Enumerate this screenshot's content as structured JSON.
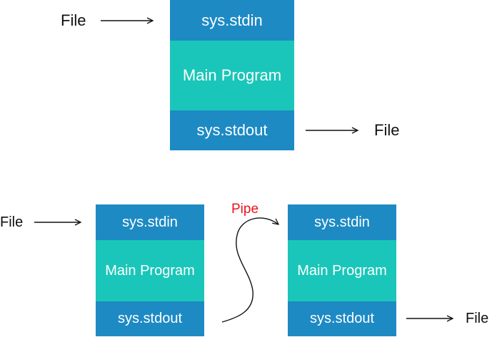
{
  "labels": {
    "file": "File",
    "pipe": "Pipe"
  },
  "program": {
    "stdin": "sys.stdin",
    "main": "Main Program",
    "stdout": "sys.stdout"
  },
  "colors": {
    "io_block": "#1d8ac4",
    "main_block": "#1ac6b9",
    "pipe_label": "#e8131b",
    "arrow": "#111111"
  }
}
